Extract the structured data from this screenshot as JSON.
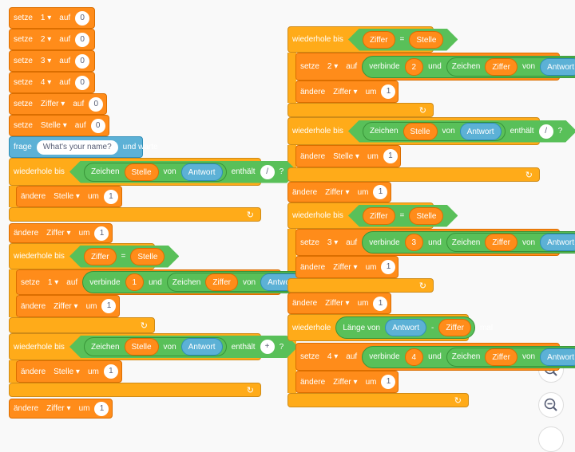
{
  "colors": {
    "variables": "#FF8C1A",
    "control": "#FFAB19",
    "operators": "#59C059",
    "sensing": "#5CB1D6"
  },
  "left_script": [
    {
      "kind": "stack",
      "cat": "var",
      "tokens": [
        {
          "t": "w",
          "v": "setze"
        },
        {
          "t": "dd",
          "v": "1"
        },
        {
          "t": "w",
          "v": "auf"
        },
        {
          "t": "num",
          "v": "0"
        }
      ]
    },
    {
      "kind": "stack",
      "cat": "var",
      "tokens": [
        {
          "t": "w",
          "v": "setze"
        },
        {
          "t": "dd",
          "v": "2"
        },
        {
          "t": "w",
          "v": "auf"
        },
        {
          "t": "num",
          "v": "0"
        }
      ]
    },
    {
      "kind": "stack",
      "cat": "var",
      "tokens": [
        {
          "t": "w",
          "v": "setze"
        },
        {
          "t": "dd",
          "v": "3"
        },
        {
          "t": "w",
          "v": "auf"
        },
        {
          "t": "num",
          "v": "0"
        }
      ]
    },
    {
      "kind": "stack",
      "cat": "var",
      "tokens": [
        {
          "t": "w",
          "v": "setze"
        },
        {
          "t": "dd",
          "v": "4"
        },
        {
          "t": "w",
          "v": "auf"
        },
        {
          "t": "num",
          "v": "0"
        }
      ]
    },
    {
      "kind": "stack",
      "cat": "var",
      "tokens": [
        {
          "t": "w",
          "v": "setze"
        },
        {
          "t": "dd",
          "v": "Ziffer"
        },
        {
          "t": "w",
          "v": "auf"
        },
        {
          "t": "num",
          "v": "0"
        }
      ]
    },
    {
      "kind": "stack",
      "cat": "var",
      "tokens": [
        {
          "t": "w",
          "v": "setze"
        },
        {
          "t": "dd",
          "v": "Stelle"
        },
        {
          "t": "w",
          "v": "auf"
        },
        {
          "t": "num",
          "v": "0"
        }
      ]
    },
    {
      "kind": "stack",
      "cat": "sen",
      "tokens": [
        {
          "t": "w",
          "v": "frage"
        },
        {
          "t": "str",
          "v": "What's your name?"
        },
        {
          "t": "w",
          "v": "und warte"
        }
      ]
    },
    {
      "kind": "c-start",
      "cat": "ctl",
      "tokens": [
        {
          "t": "w",
          "v": "wiederhole bis"
        },
        {
          "t": "bool",
          "c": [
            {
              "t": "op",
              "c": [
                {
                  "t": "w",
                  "v": "Zeichen"
                },
                {
                  "t": "rvar",
                  "v": "Stelle"
                },
                {
                  "t": "w",
                  "v": "von"
                },
                {
                  "t": "rsen",
                  "v": "Antwort"
                }
              ]
            },
            {
              "t": "w",
              "v": "enthält"
            },
            {
              "t": "num",
              "v": "/"
            },
            {
              "t": "w",
              "v": "?"
            }
          ]
        }
      ]
    },
    {
      "kind": "stack",
      "cat": "var",
      "tokens": [
        {
          "t": "w",
          "v": "ändere"
        },
        {
          "t": "dd",
          "v": "Stelle"
        },
        {
          "t": "w",
          "v": "um"
        },
        {
          "t": "num",
          "v": "1"
        }
      ]
    },
    {
      "kind": "c-end",
      "cat": "ctl",
      "tokens": [
        {
          "t": "w",
          "v": "↻"
        }
      ]
    },
    {
      "kind": "stack",
      "cat": "var",
      "tokens": [
        {
          "t": "w",
          "v": "ändere"
        },
        {
          "t": "dd",
          "v": "Ziffer"
        },
        {
          "t": "w",
          "v": "um"
        },
        {
          "t": "num",
          "v": "1"
        }
      ]
    },
    {
      "kind": "c-start",
      "cat": "ctl",
      "tokens": [
        {
          "t": "w",
          "v": "wiederhole bis"
        },
        {
          "t": "bool",
          "c": [
            {
              "t": "rvar",
              "v": "Ziffer"
            },
            {
              "t": "w",
              "v": "="
            },
            {
              "t": "rvar",
              "v": "Stelle"
            }
          ]
        }
      ]
    },
    {
      "kind": "stack",
      "cat": "var",
      "tokens": [
        {
          "t": "w",
          "v": "setze"
        },
        {
          "t": "dd",
          "v": "1"
        },
        {
          "t": "w",
          "v": "auf"
        },
        {
          "t": "op",
          "c": [
            {
              "t": "w",
              "v": "verbinde"
            },
            {
              "t": "rvar",
              "v": "1"
            },
            {
              "t": "w",
              "v": "und"
            },
            {
              "t": "op",
              "c": [
                {
                  "t": "w",
                  "v": "Zeichen"
                },
                {
                  "t": "rvar",
                  "v": "Ziffer"
                },
                {
                  "t": "w",
                  "v": "von"
                },
                {
                  "t": "rsen",
                  "v": "Antwort"
                }
              ]
            }
          ]
        }
      ]
    },
    {
      "kind": "stack",
      "cat": "var",
      "tokens": [
        {
          "t": "w",
          "v": "ändere"
        },
        {
          "t": "dd",
          "v": "Ziffer"
        },
        {
          "t": "w",
          "v": "um"
        },
        {
          "t": "num",
          "v": "1"
        }
      ]
    },
    {
      "kind": "c-end",
      "cat": "ctl",
      "tokens": [
        {
          "t": "w",
          "v": "↻"
        }
      ]
    },
    {
      "kind": "c-start",
      "cat": "ctl",
      "tokens": [
        {
          "t": "w",
          "v": "wiederhole bis"
        },
        {
          "t": "bool",
          "c": [
            {
              "t": "op",
              "c": [
                {
                  "t": "w",
                  "v": "Zeichen"
                },
                {
                  "t": "rvar",
                  "v": "Stelle"
                },
                {
                  "t": "w",
                  "v": "von"
                },
                {
                  "t": "rsen",
                  "v": "Antwort"
                }
              ]
            },
            {
              "t": "w",
              "v": "enthält"
            },
            {
              "t": "num",
              "v": "+"
            },
            {
              "t": "w",
              "v": "?"
            }
          ]
        }
      ]
    },
    {
      "kind": "stack",
      "cat": "var",
      "tokens": [
        {
          "t": "w",
          "v": "ändere"
        },
        {
          "t": "dd",
          "v": "Stelle"
        },
        {
          "t": "w",
          "v": "um"
        },
        {
          "t": "num",
          "v": "1"
        }
      ]
    },
    {
      "kind": "c-end",
      "cat": "ctl",
      "tokens": [
        {
          "t": "w",
          "v": "↻"
        }
      ]
    },
    {
      "kind": "stack",
      "cat": "var",
      "tokens": [
        {
          "t": "w",
          "v": "ändere"
        },
        {
          "t": "dd",
          "v": "Ziffer"
        },
        {
          "t": "w",
          "v": "um"
        },
        {
          "t": "num",
          "v": "1"
        }
      ]
    }
  ],
  "right_script": [
    {
      "kind": "c-start",
      "cat": "ctl",
      "tokens": [
        {
          "t": "w",
          "v": "wiederhole bis"
        },
        {
          "t": "bool",
          "c": [
            {
              "t": "rvar",
              "v": "Ziffer"
            },
            {
              "t": "w",
              "v": "="
            },
            {
              "t": "rvar",
              "v": "Stelle"
            }
          ]
        }
      ]
    },
    {
      "kind": "stack",
      "cat": "var",
      "tokens": [
        {
          "t": "w",
          "v": "setze"
        },
        {
          "t": "dd",
          "v": "2"
        },
        {
          "t": "w",
          "v": "auf"
        },
        {
          "t": "op",
          "c": [
            {
              "t": "w",
              "v": "verbinde"
            },
            {
              "t": "rvar",
              "v": "2"
            },
            {
              "t": "w",
              "v": "und"
            },
            {
              "t": "op",
              "c": [
                {
                  "t": "w",
                  "v": "Zeichen"
                },
                {
                  "t": "rvar",
                  "v": "Ziffer"
                },
                {
                  "t": "w",
                  "v": "von"
                },
                {
                  "t": "rsen",
                  "v": "Antwort"
                }
              ]
            }
          ]
        }
      ]
    },
    {
      "kind": "stack",
      "cat": "var",
      "tokens": [
        {
          "t": "w",
          "v": "ändere"
        },
        {
          "t": "dd",
          "v": "Ziffer"
        },
        {
          "t": "w",
          "v": "um"
        },
        {
          "t": "num",
          "v": "1"
        }
      ]
    },
    {
      "kind": "c-end",
      "cat": "ctl",
      "tokens": [
        {
          "t": "w",
          "v": "↻"
        }
      ]
    },
    {
      "kind": "c-start",
      "cat": "ctl",
      "tokens": [
        {
          "t": "w",
          "v": "wiederhole bis"
        },
        {
          "t": "bool",
          "c": [
            {
              "t": "op",
              "c": [
                {
                  "t": "w",
                  "v": "Zeichen"
                },
                {
                  "t": "rvar",
                  "v": "Stelle"
                },
                {
                  "t": "w",
                  "v": "von"
                },
                {
                  "t": "rsen",
                  "v": "Antwort"
                }
              ]
            },
            {
              "t": "w",
              "v": "enthält"
            },
            {
              "t": "num",
              "v": "/"
            },
            {
              "t": "w",
              "v": "?"
            }
          ]
        }
      ]
    },
    {
      "kind": "stack",
      "cat": "var",
      "tokens": [
        {
          "t": "w",
          "v": "ändere"
        },
        {
          "t": "dd",
          "v": "Stelle"
        },
        {
          "t": "w",
          "v": "um"
        },
        {
          "t": "num",
          "v": "1"
        }
      ]
    },
    {
      "kind": "c-end",
      "cat": "ctl",
      "tokens": [
        {
          "t": "w",
          "v": "↻"
        }
      ]
    },
    {
      "kind": "stack",
      "cat": "var",
      "tokens": [
        {
          "t": "w",
          "v": "ändere"
        },
        {
          "t": "dd",
          "v": "Ziffer"
        },
        {
          "t": "w",
          "v": "um"
        },
        {
          "t": "num",
          "v": "1"
        }
      ]
    },
    {
      "kind": "c-start",
      "cat": "ctl",
      "tokens": [
        {
          "t": "w",
          "v": "wiederhole bis"
        },
        {
          "t": "bool",
          "c": [
            {
              "t": "rvar",
              "v": "Ziffer"
            },
            {
              "t": "w",
              "v": "="
            },
            {
              "t": "rvar",
              "v": "Stelle"
            }
          ]
        }
      ]
    },
    {
      "kind": "stack",
      "cat": "var",
      "tokens": [
        {
          "t": "w",
          "v": "setze"
        },
        {
          "t": "dd",
          "v": "3"
        },
        {
          "t": "w",
          "v": "auf"
        },
        {
          "t": "op",
          "c": [
            {
              "t": "w",
              "v": "verbinde"
            },
            {
              "t": "rvar",
              "v": "3"
            },
            {
              "t": "w",
              "v": "und"
            },
            {
              "t": "op",
              "c": [
                {
                  "t": "w",
                  "v": "Zeichen"
                },
                {
                  "t": "rvar",
                  "v": "Ziffer"
                },
                {
                  "t": "w",
                  "v": "von"
                },
                {
                  "t": "rsen",
                  "v": "Antwort"
                }
              ]
            }
          ]
        }
      ]
    },
    {
      "kind": "stack",
      "cat": "var",
      "tokens": [
        {
          "t": "w",
          "v": "ändere"
        },
        {
          "t": "dd",
          "v": "Ziffer"
        },
        {
          "t": "w",
          "v": "um"
        },
        {
          "t": "num",
          "v": "1"
        }
      ]
    },
    {
      "kind": "c-end",
      "cat": "ctl",
      "tokens": [
        {
          "t": "w",
          "v": "↻"
        }
      ]
    },
    {
      "kind": "stack",
      "cat": "var",
      "tokens": [
        {
          "t": "w",
          "v": "ändere"
        },
        {
          "t": "dd",
          "v": "Ziffer"
        },
        {
          "t": "w",
          "v": "um"
        },
        {
          "t": "num",
          "v": "1"
        }
      ]
    },
    {
      "kind": "c-start",
      "cat": "ctl",
      "tokens": [
        {
          "t": "w",
          "v": "wiederhole"
        },
        {
          "t": "op",
          "c": [
            {
              "t": "w",
              "v": "Länge von"
            },
            {
              "t": "rsen",
              "v": "Antwort"
            },
            {
              "t": "w",
              "v": "-"
            },
            {
              "t": "rvar",
              "v": "Ziffer"
            }
          ]
        },
        {
          "t": "w",
          "v": "mal"
        }
      ]
    },
    {
      "kind": "stack",
      "cat": "var",
      "tokens": [
        {
          "t": "w",
          "v": "setze"
        },
        {
          "t": "dd",
          "v": "4"
        },
        {
          "t": "w",
          "v": "auf"
        },
        {
          "t": "op",
          "c": [
            {
              "t": "w",
              "v": "verbinde"
            },
            {
              "t": "rvar",
              "v": "4"
            },
            {
              "t": "w",
              "v": "und"
            },
            {
              "t": "op",
              "c": [
                {
                  "t": "w",
                  "v": "Zeichen"
                },
                {
                  "t": "rvar",
                  "v": "Ziffer"
                },
                {
                  "t": "w",
                  "v": "von"
                },
                {
                  "t": "rsen",
                  "v": "Antwort"
                }
              ]
            }
          ]
        }
      ]
    },
    {
      "kind": "stack",
      "cat": "var",
      "tokens": [
        {
          "t": "w",
          "v": "ändere"
        },
        {
          "t": "dd",
          "v": "Ziffer"
        },
        {
          "t": "w",
          "v": "um"
        },
        {
          "t": "num",
          "v": "1"
        }
      ]
    },
    {
      "kind": "c-end",
      "cat": "ctl",
      "tokens": [
        {
          "t": "w",
          "v": "↻"
        }
      ]
    }
  ],
  "zoom_controls": {
    "zoom_in_icon": "zoom-in-icon",
    "zoom_out_icon": "zoom-out-icon",
    "reset_icon": "zoom-reset-icon"
  }
}
